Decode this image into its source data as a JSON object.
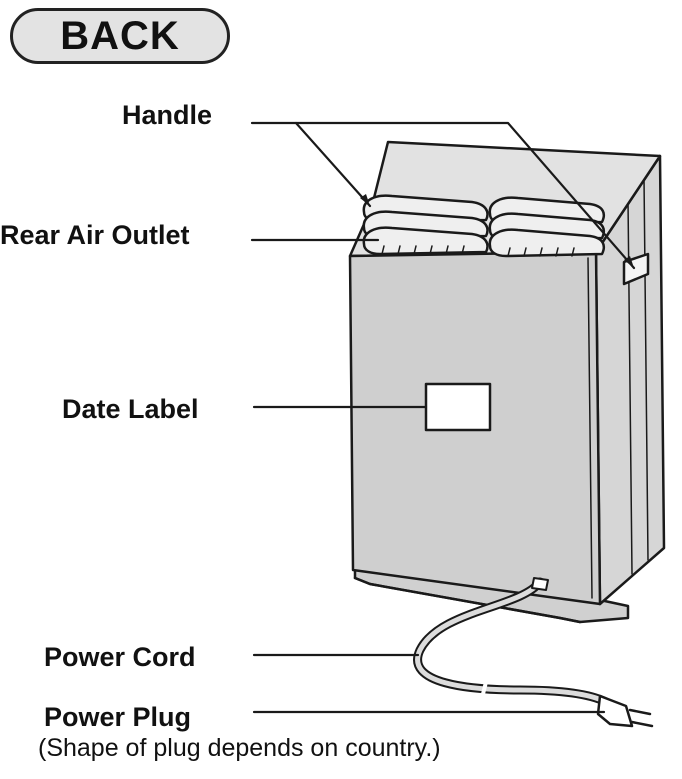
{
  "title": "BACK",
  "labels": {
    "handle": "Handle",
    "rear_air_outlet": "Rear Air Outlet",
    "date_label": "Date Label",
    "power_cord": "Power Cord",
    "power_plug": "Power Plug"
  },
  "note": "(Shape of plug depends on country.)"
}
